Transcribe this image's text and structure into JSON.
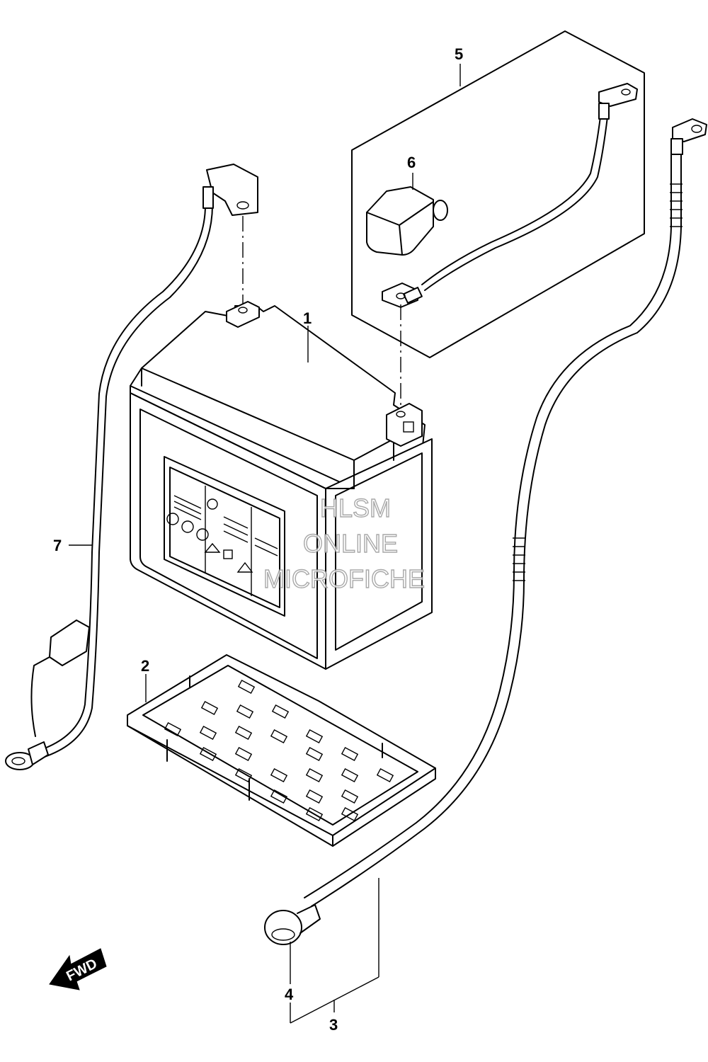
{
  "callouts": {
    "battery": "1",
    "tray": "2",
    "cable_assy": "3",
    "terminal_cap": "4",
    "cable_set": "5",
    "cover": "6",
    "lead_wire": "7"
  },
  "watermark": [
    "HLSM",
    "ONLINE",
    "MICROFICHE"
  ],
  "direction_label": "FWD"
}
